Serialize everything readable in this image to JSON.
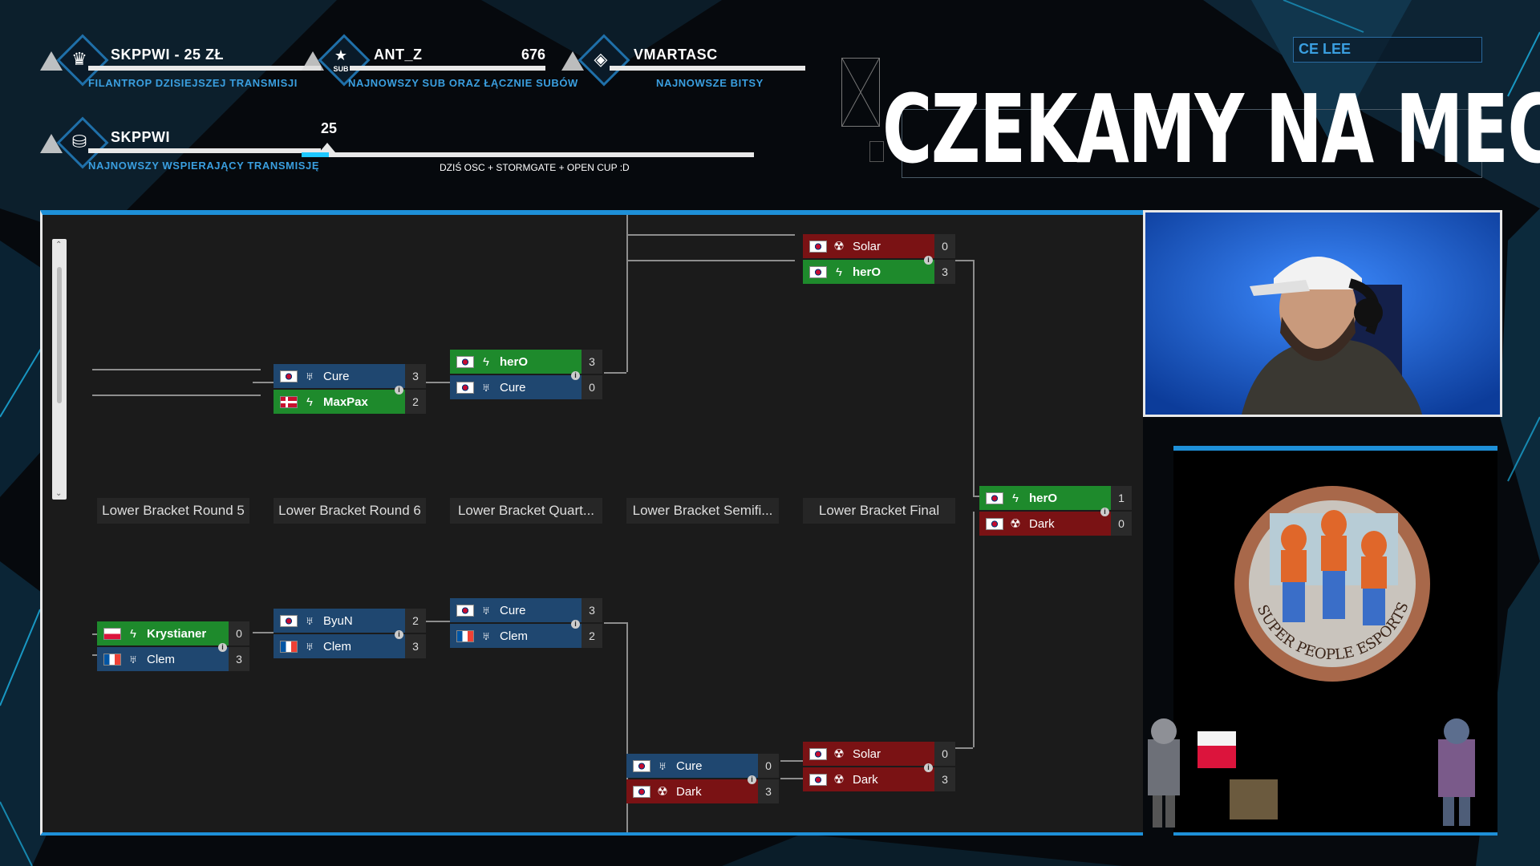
{
  "overlay": {
    "alerts": [
      {
        "name": "SKPPWI - 25 ZŁ",
        "value": "",
        "caption": "FILANTROP DZISIEJSZEJ TRANSMISJI",
        "icon": "crown-icon"
      },
      {
        "name": "ANT_Z",
        "value": "676",
        "caption": "NAJNOWSZY SUB ORAZ ŁĄCZNIE SUBÓW",
        "icon": "sub-star-icon",
        "icon_text": "SUB"
      },
      {
        "name": "VMARTASC",
        "value": "",
        "caption": "NAJNOWSZE BITSY",
        "icon": "gem-icon"
      },
      {
        "name": "SKPPWI",
        "value": "",
        "caption": "NAJNOWSZY WSPIERAJĄCY TRANSMISJĘ",
        "icon": "coins-icon"
      }
    ],
    "goal": {
      "value": "25",
      "caption": "DZIŚ OSC + STORMGATE + OPEN CUP :D",
      "progress": 0.06
    },
    "caster_name": "CE LEE",
    "title": "CZEKAMY NA MECZ",
    "sponsor_logo_text": "SUPER PEOPLE ESPORTS"
  },
  "bracket": {
    "round_labels": [
      "Lower Bracket Round 5",
      "Lower Bracket Round 6",
      "Lower Bracket Quart...",
      "Lower Bracket Semifi...",
      "Lower Bracket Final"
    ],
    "matches": [
      {
        "id": "m_top_final",
        "players": [
          {
            "name": "Solar",
            "flag": "kr",
            "race": "zerg",
            "score": "0",
            "result": "loss"
          },
          {
            "name": "herO",
            "flag": "kr",
            "race": "protoss",
            "score": "3",
            "result": "win"
          }
        ]
      },
      {
        "id": "m_r6_top",
        "players": [
          {
            "name": "Cure",
            "flag": "kr",
            "race": "terran",
            "score": "3",
            "result": "neutral"
          },
          {
            "name": "MaxPax",
            "flag": "dk",
            "race": "protoss",
            "score": "2",
            "result": "win"
          }
        ]
      },
      {
        "id": "m_qf_top",
        "players": [
          {
            "name": "herO",
            "flag": "kr",
            "race": "protoss",
            "score": "3",
            "result": "win"
          },
          {
            "name": "Cure",
            "flag": "kr",
            "race": "terran",
            "score": "0",
            "result": "neutral"
          }
        ]
      },
      {
        "id": "m_grand",
        "players": [
          {
            "name": "herO",
            "flag": "kr",
            "race": "protoss",
            "score": "1",
            "result": "win"
          },
          {
            "name": "Dark",
            "flag": "kr",
            "race": "zerg",
            "score": "0",
            "result": "loss"
          }
        ]
      },
      {
        "id": "m_r5_bot",
        "players": [
          {
            "name": "Krystianer",
            "flag": "pl",
            "race": "protoss",
            "score": "0",
            "result": "win"
          },
          {
            "name": "Clem",
            "flag": "fr",
            "race": "terran",
            "score": "3",
            "result": "neutral"
          }
        ]
      },
      {
        "id": "m_r6_bot",
        "players": [
          {
            "name": "ByuN",
            "flag": "kr",
            "race": "terran",
            "score": "2",
            "result": "neutral"
          },
          {
            "name": "Clem",
            "flag": "fr",
            "race": "terran",
            "score": "3",
            "result": "neutral"
          }
        ]
      },
      {
        "id": "m_qf_bot",
        "players": [
          {
            "name": "Cure",
            "flag": "kr",
            "race": "terran",
            "score": "3",
            "result": "neutral"
          },
          {
            "name": "Clem",
            "flag": "fr",
            "race": "terran",
            "score": "2",
            "result": "neutral"
          }
        ]
      },
      {
        "id": "m_sf_bot",
        "players": [
          {
            "name": "Cure",
            "flag": "kr",
            "race": "terran",
            "score": "0",
            "result": "neutral"
          },
          {
            "name": "Dark",
            "flag": "kr",
            "race": "zerg",
            "score": "3",
            "result": "loss"
          }
        ]
      },
      {
        "id": "m_f_bot",
        "players": [
          {
            "name": "Solar",
            "flag": "kr",
            "race": "zerg",
            "score": "0",
            "result": "loss"
          },
          {
            "name": "Dark",
            "flag": "kr",
            "race": "zerg",
            "score": "3",
            "result": "loss"
          }
        ]
      }
    ]
  },
  "colors": {
    "win": "#1e8a2c",
    "loss": "#7a1214",
    "neutral": "#1f4770",
    "accent": "#1e90d8"
  },
  "race_glyphs": {
    "protoss": "ϟ",
    "terran": "♅",
    "zerg": "☢"
  }
}
